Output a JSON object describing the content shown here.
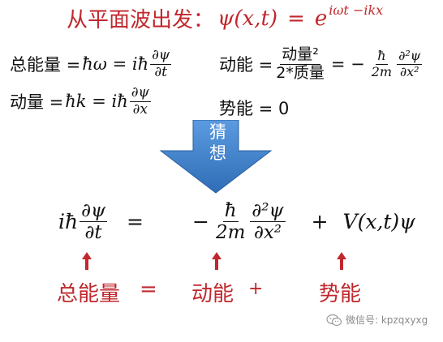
{
  "colors": {
    "accent": "#c0282d",
    "arrow": "#3d7fc6"
  },
  "top": {
    "prefix": "从平面波出发：",
    "lhs": "ψ(x,t)",
    "eq": "=",
    "base": "e",
    "exponent": "iωt −ikx"
  },
  "eq1": {
    "label": "总能量 = ",
    "expr": "ħω = iħ",
    "num": "∂ψ",
    "den": "∂t"
  },
  "eq2": {
    "label": "动能 = ",
    "num": "动量²",
    "den": "2*质量",
    "mid": "= −",
    "c_num": "ħ",
    "c_den": "2m",
    "d_num": "∂²ψ",
    "d_den": "∂x²"
  },
  "eq3": {
    "label": "动量 = ",
    "expr": "ħk = iħ",
    "num": "∂ψ",
    "den": "∂x"
  },
  "eq4": {
    "text": "势能 = 0"
  },
  "arrow": {
    "line1": "猜",
    "line2": "想"
  },
  "main": {
    "ih": "iħ",
    "t_num": "∂ψ",
    "t_den": "∂t",
    "eq": "=",
    "minus": "−",
    "c_num": "ħ",
    "c_den": "2m",
    "d_num": "∂²ψ",
    "d_den": "∂x²",
    "plus": "+",
    "potential": "V(x,t)ψ"
  },
  "bottom": {
    "total": "总能量",
    "eq": "=",
    "kinetic": "动能",
    "plus": "+",
    "potential": "势能"
  },
  "watermark": {
    "icon": "wechat-icon",
    "text": "微信号: kpzqxyxg"
  }
}
